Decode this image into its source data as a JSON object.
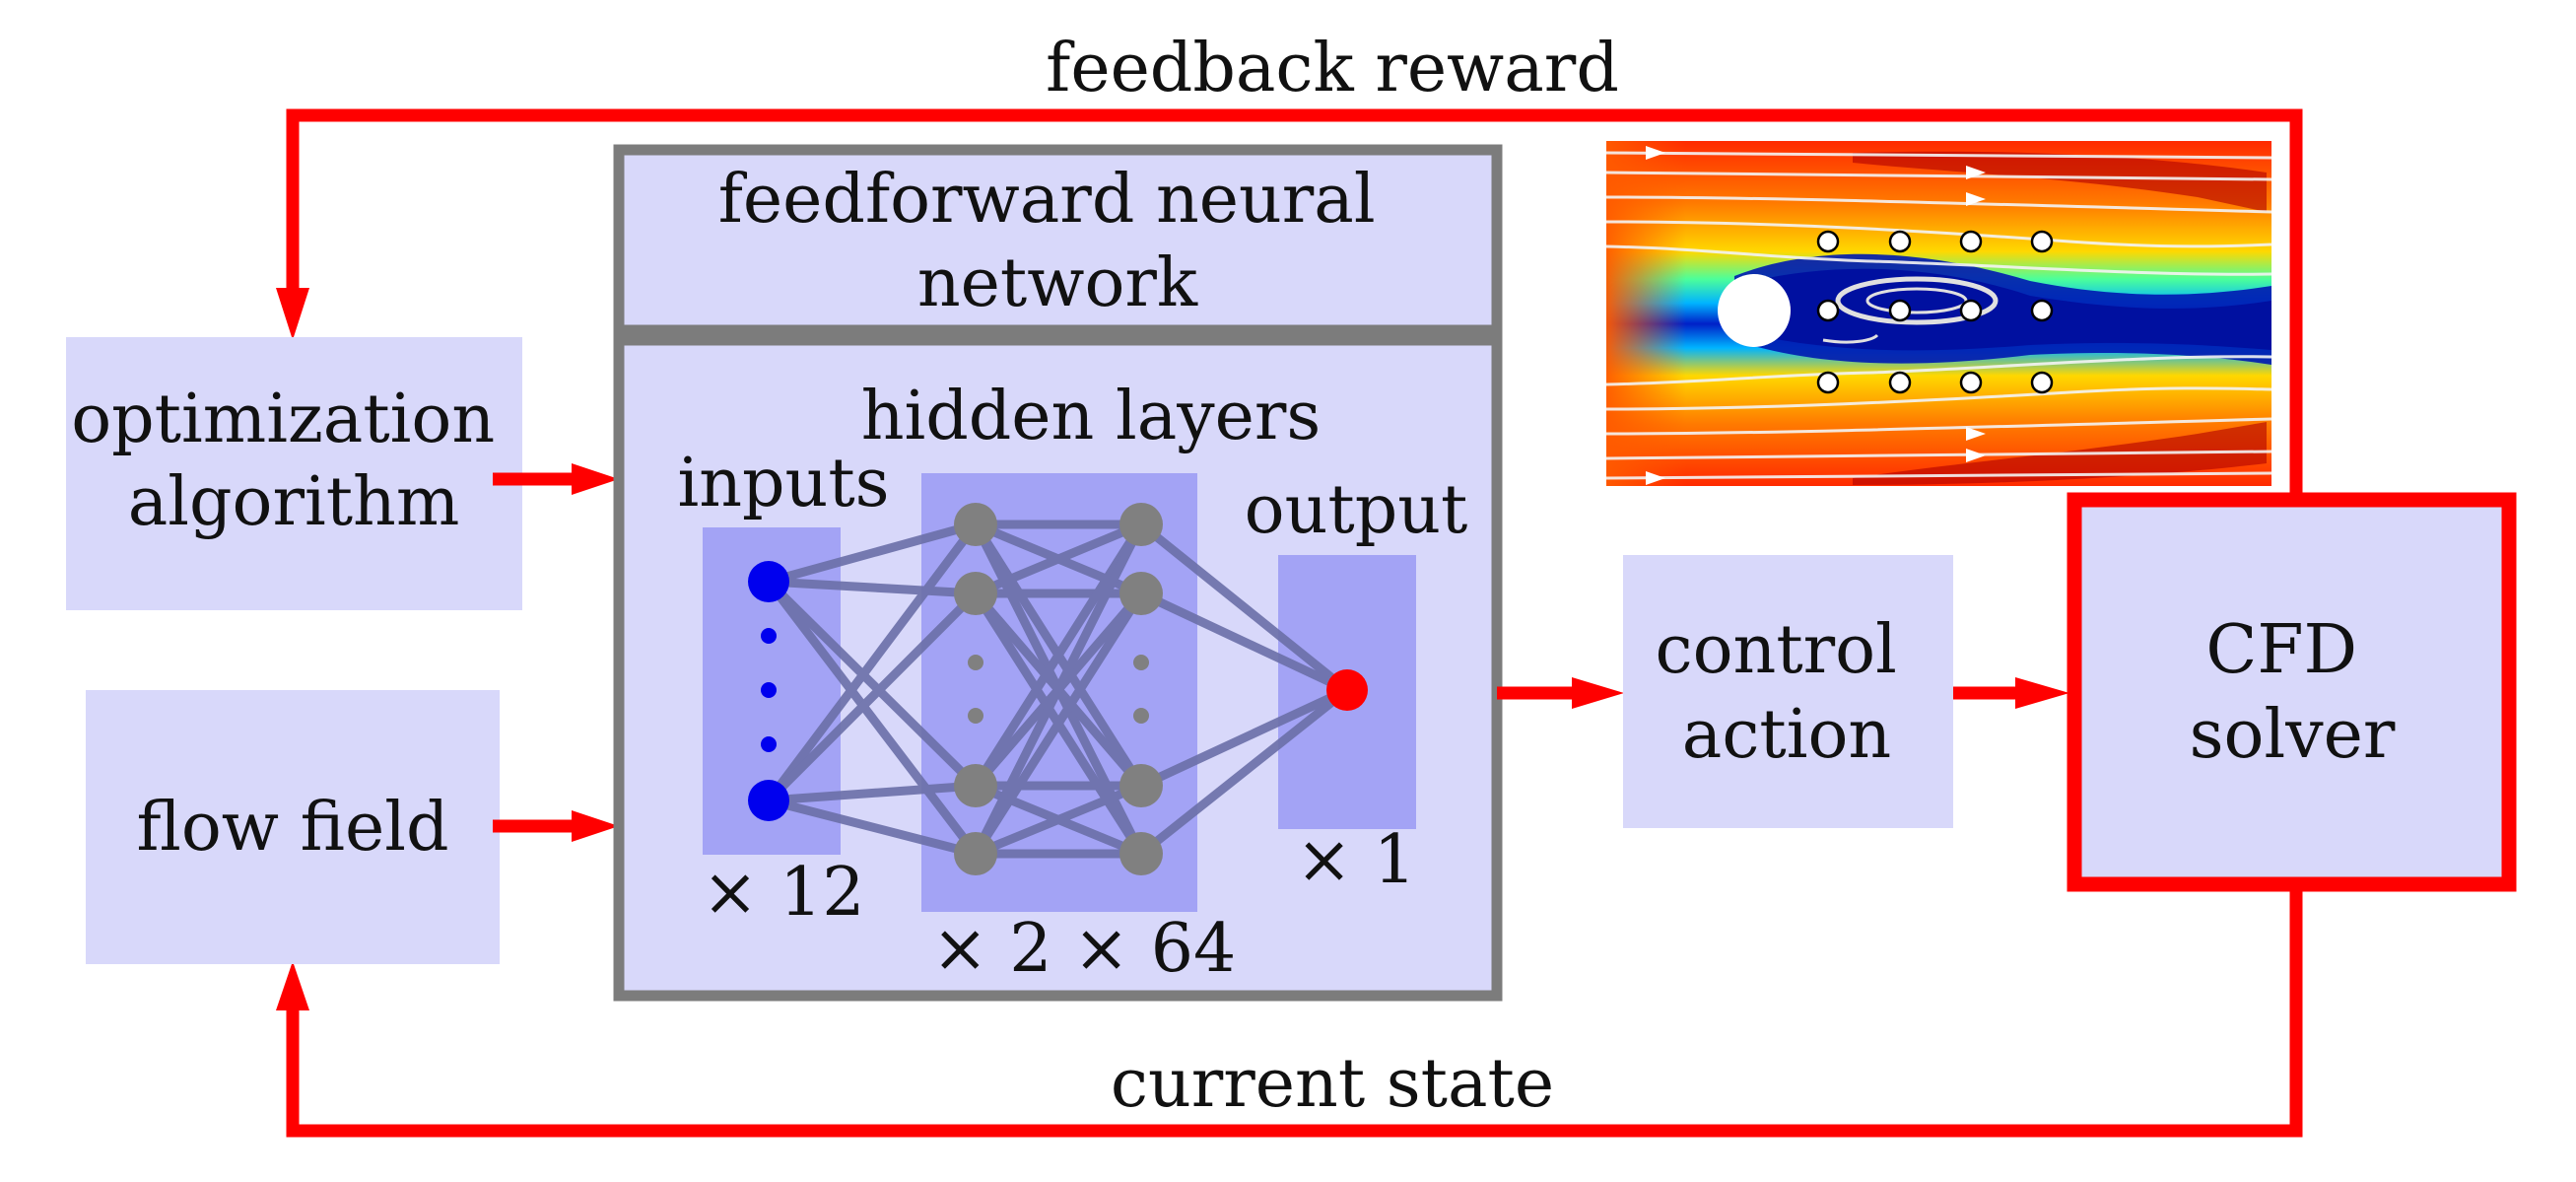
{
  "colors": {
    "loop": "#ff0000",
    "box_fill": "#d8d8fa",
    "nn_frame": "#7c7c7c",
    "layer_fill": "#a3a3f5",
    "input_node": "#0000ee",
    "hidden_node": "#808080",
    "output_node": "#ff0000",
    "edge": "#6b6fa8"
  },
  "labels": {
    "feedback": "feedback reward",
    "current_state": "current state",
    "optimization": [
      "optimization",
      "algorithm"
    ],
    "flow_field": "flow field",
    "nn_title": [
      "feedforward neural",
      "network"
    ],
    "hidden_layers": "hidden layers",
    "inputs": "inputs",
    "output": "output",
    "inputs_mult": "× 12",
    "hidden_mult": "× 2 × 64",
    "output_mult": "× 1",
    "control_action": [
      "control",
      "action"
    ],
    "cfd_solver": [
      "CFD",
      "solver"
    ]
  },
  "icons": {
    "flow_visual": "cylinder-wake-streamline-icon",
    "dots": "vertical-ellipsis-icon"
  }
}
